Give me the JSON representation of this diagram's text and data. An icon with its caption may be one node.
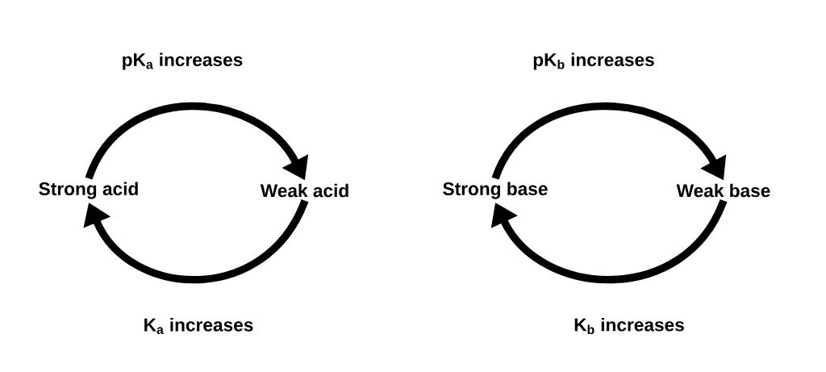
{
  "diagram": {
    "nodes": [
      {
        "text": [
          "Strong acid"
        ]
      },
      {
        "text": [
          "Weak acid"
        ]
      },
      {
        "text": [
          "Strong base"
        ]
      },
      {
        "text": [
          "Weak base"
        ]
      }
    ],
    "edges": [
      {
        "from": 0,
        "to": 1,
        "arrow": "to",
        "label": "pK$_{a}$ increases"
      },
      {
        "from": 1,
        "to": 0,
        "arrow": "to",
        "label": "K$_{a}$ increases"
      },
      {
        "from": 2,
        "to": 3,
        "arrow": "to",
        "label": "pK$_{b}$ increases"
      },
      {
        "from": 3,
        "to": 2,
        "arrow": "to",
        "label": "K$_{b}$ increases"
      }
    ]
  }
}
